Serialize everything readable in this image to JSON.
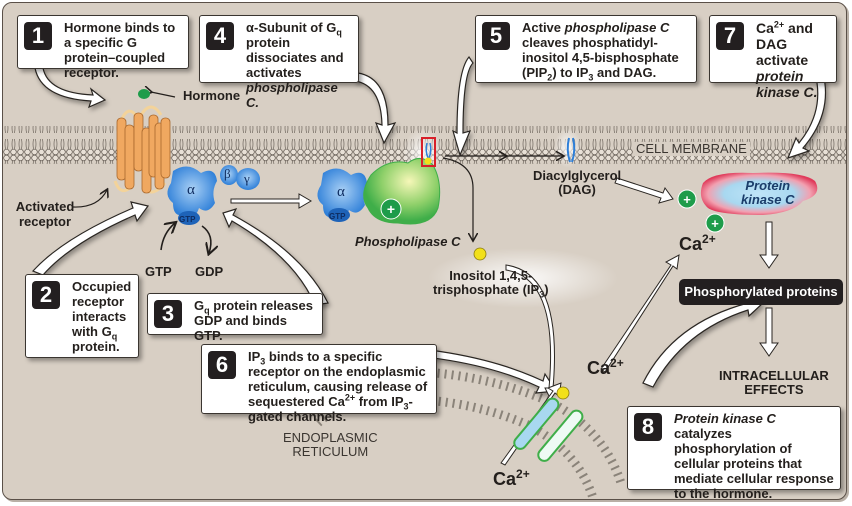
{
  "diagram": {
    "title": "Gq protein-coupled receptor signaling via phospholipase C",
    "colors": {
      "background": "#d8cfc4",
      "receptor": "#f0a860",
      "g_protein": "#2e7fd8",
      "phospholipase_c": "#3fae49",
      "protein_kinase_c_outer": "#e03a5a",
      "protein_kinase_c_inner": "#a8d8f0",
      "hormone": "#1e9c4a",
      "ip3": "#f2e01a",
      "pip2_box": "#d8202a"
    },
    "steps": [
      {
        "number": "1",
        "text_parts": [
          "Hormone binds to a specific G protein–coupled receptor."
        ]
      },
      {
        "number": "2",
        "pre": "Occupied receptor interacts with G",
        "sub": "q",
        "post": " protein."
      },
      {
        "number": "3",
        "pre": "G",
        "sub": "q",
        "post": " protein releases GDP and binds GTP."
      },
      {
        "number": "4",
        "pre": "α-Subunit of G",
        "sub": "q",
        "post": " protein dissociates and activates ",
        "italic": "phospholipase C."
      },
      {
        "number": "5",
        "pre": "Active ",
        "italic": "phospholipase C",
        "post": " cleaves phosphatidyl-inositol 4,5-bisphosphate (PIP",
        "sub": "2",
        "post2": ") to IP",
        "sub2": "3",
        "post3": " and DAG."
      },
      {
        "number": "6",
        "line1_pre": "IP",
        "line1_sub": "3",
        "line1_post": " binds to a specific receptor on the endoplasmic reticulum, causing release of sequestered Ca",
        "sup": "2+",
        "line2_post": " from IP",
        "sub2": "3",
        "line2_post2": "-gated channels."
      },
      {
        "number": "7",
        "pre": "Ca",
        "sup": "2+",
        "post": " and DAG activate ",
        "italic": "protein kinase C."
      },
      {
        "number": "8",
        "italic": "Protein kinase C",
        "post": " catalyzes phosphorylation of cellular proteins that mediate cellular response to the hormone."
      }
    ],
    "labels": {
      "hormone": "Hormone",
      "activated_receptor": "Activated receptor",
      "alpha": "α",
      "beta": "β",
      "gamma": "γ",
      "gtp_on_protein": "GTP",
      "gtp": "GTP",
      "gdp": "GDP",
      "phospholipase_c": "Phospholipase C",
      "cell_membrane": "CELL MEMBRANE",
      "dag": "Diacylglycerol (DAG)",
      "dag_line1": "Diacylglycerol",
      "dag_line2": "(DAG)",
      "ip3_line1": "Inositol 1,4,5-",
      "ip3_line2_pre": "trisphosphate (IP",
      "ip3_line2_sub": "3",
      "ip3_line2_post": ")",
      "protein_kinase_c_line1": "Protein",
      "protein_kinase_c_line2": "kinase C",
      "ca": "Ca",
      "ca_sup": "2+",
      "phosphorylated_proteins": "Phosphorylated proteins",
      "intracellular_line1": "INTRACELLULAR",
      "intracellular_line2": "EFFECTS",
      "er_line1": "ENDOPLASMIC",
      "er_line2": "RETICULUM",
      "plus": "+"
    }
  }
}
